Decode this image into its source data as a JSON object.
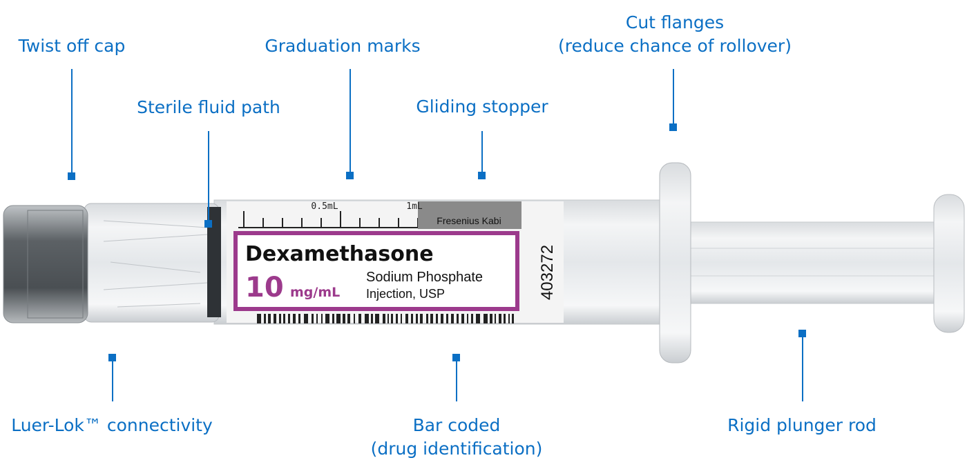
{
  "callouts": {
    "twist_off_cap": "Twist off cap",
    "sterile_fluid_path": "Sterile fluid path",
    "graduation_marks": "Graduation marks",
    "gliding_stopper": "Gliding stopper",
    "cut_flanges": "Cut flanges",
    "cut_flanges_note": "(reduce chance of rollover)",
    "luer_lok": "Luer-Lok™ connectivity",
    "bar_coded": "Bar coded",
    "bar_coded_note": "(drug identification)",
    "rigid_plunger_rod": "Rigid plunger rod"
  },
  "syringe_label": {
    "grad_half": "0.5mL",
    "grad_one": "1mL",
    "manufacturer": "Fresenius Kabi",
    "drug_name": "Dexamethasone",
    "strength_number": "10",
    "strength_unit": "mg/mL",
    "salt": "Sodium Phosphate",
    "form": "Injection, USP",
    "product_code": "403272"
  },
  "colors": {
    "callout": "#0b6fc4",
    "label_accent": "#9c3a8c"
  }
}
